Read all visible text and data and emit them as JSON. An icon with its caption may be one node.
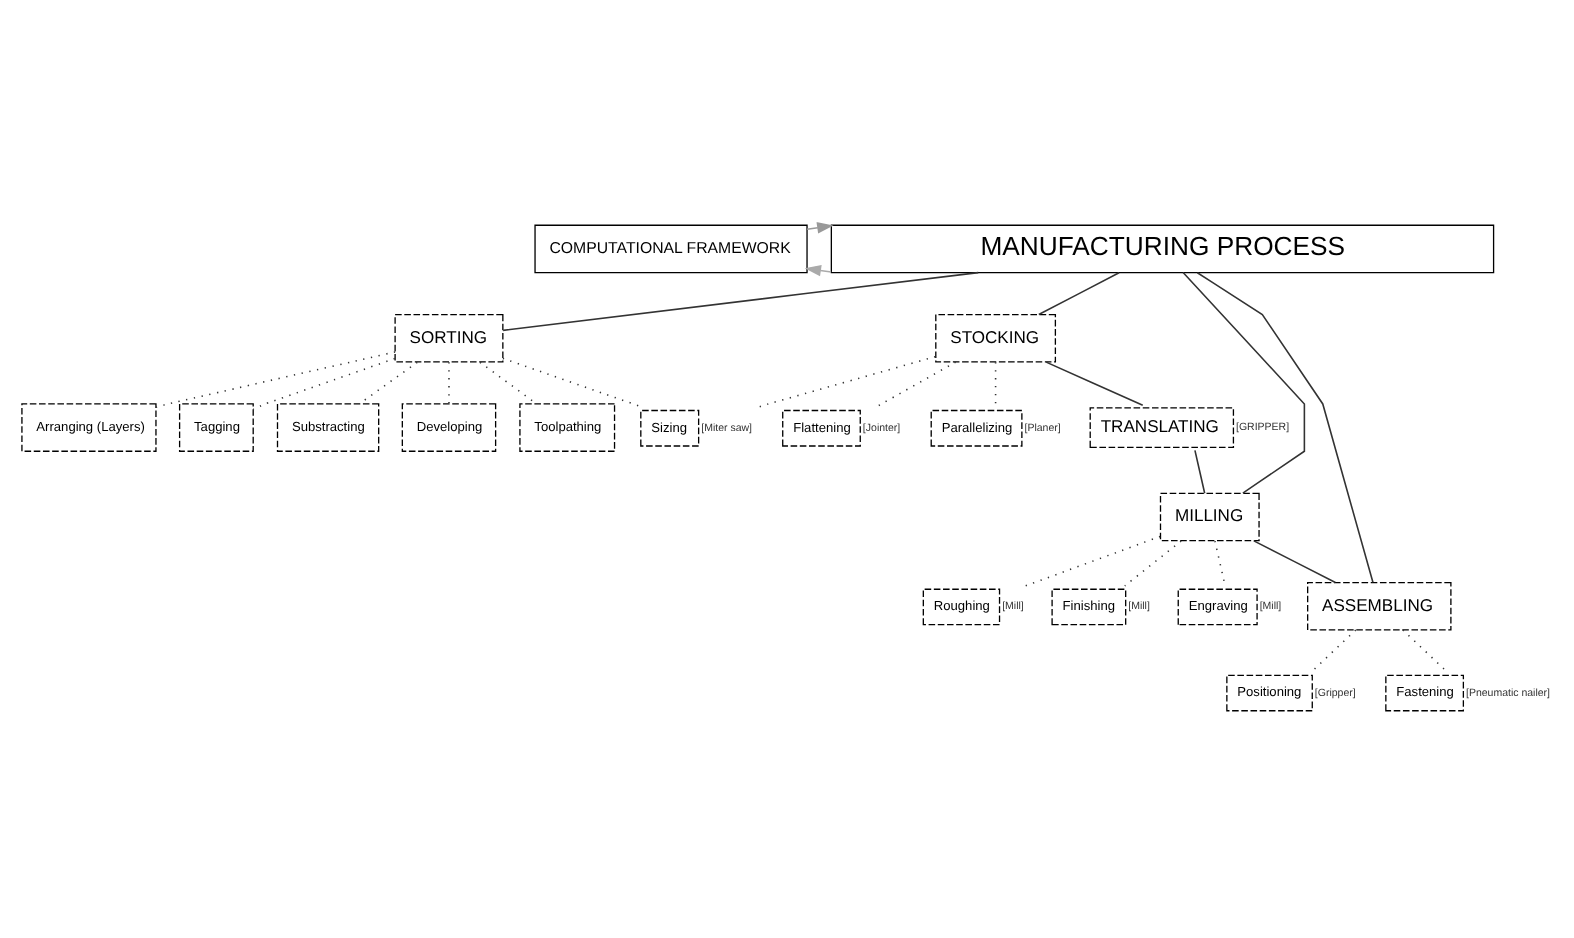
{
  "diagram": {
    "nodes": [
      {
        "text": [
          "COMPUTATIONAL FRAMEWORK"
        ]
      },
      {
        "text": [
          "MANUFACTURING PROCESS"
        ]
      },
      {
        "text": [
          "SORTING"
        ]
      },
      {
        "text": [
          "STOCKING"
        ]
      },
      {
        "text": [
          "Arranging (Layers)"
        ]
      },
      {
        "text": [
          "Flattening"
        ],
        "beside": [
          "[Jointer]"
        ]
      },
      {
        "text": [
          "Tagging"
        ]
      },
      {
        "text": [
          "Parallelizing"
        ],
        "beside": [
          "[Planer]"
        ]
      },
      {
        "text": [
          "Sizing"
        ],
        "beside": [
          "[Miter saw]"
        ]
      },
      {
        "text": [
          "Substracting"
        ]
      },
      {
        "text": [
          "Developing"
        ]
      },
      {
        "text": [
          "Toolpathing"
        ]
      },
      {
        "text": [
          "TRANSLATING"
        ],
        "beside": [
          "[GRIPPER]"
        ]
      },
      {
        "text": [
          "MILLING"
        ]
      },
      {
        "text": [
          "Roughing"
        ],
        "beside": [
          "[Mill]"
        ]
      },
      {
        "text": [
          "Finishing"
        ],
        "beside": [
          "[Mill]"
        ]
      },
      {
        "text": [
          "Engraving"
        ],
        "beside": [
          "[Mill]"
        ]
      },
      {
        "text": [
          "ASSEMBLING"
        ]
      },
      {
        "text": [
          "Positioning"
        ],
        "beside": [
          "[Gripper]"
        ]
      },
      {
        "text": [
          "Fastening"
        ],
        "beside": [
          "[Pneumatic nailer]"
        ]
      }
    ],
    "edges": [
      {
        "from": 1,
        "to": 0,
        "arrow": "to",
        "color": "#aaaaaa"
      },
      {
        "from": 0,
        "to": 1,
        "arrow": "to",
        "color": "#999999"
      },
      {
        "from": 1,
        "to": 2,
        "arrow": "none"
      },
      {
        "from": 1,
        "to": 3,
        "arrow": "none"
      },
      {
        "from": 1,
        "to": 13,
        "arrow": "none"
      },
      {
        "from": 1,
        "to": 17,
        "arrow": "none"
      },
      {
        "from": 3,
        "to": 12,
        "arrow": "none"
      },
      {
        "from": 12,
        "to": 13,
        "arrow": "none"
      },
      {
        "from": 13,
        "to": 17,
        "arrow": "none"
      },
      {
        "from": 2,
        "to": 4,
        "arrow": "none",
        "style": "dashed"
      },
      {
        "from": 2,
        "to": 6,
        "arrow": "none",
        "style": "dashed"
      },
      {
        "from": 2,
        "to": 9,
        "arrow": "none",
        "style": "dashed"
      },
      {
        "from": 2,
        "to": 10,
        "arrow": "none",
        "style": "dashed"
      },
      {
        "from": 2,
        "to": 11,
        "arrow": "none",
        "style": "dashed"
      },
      {
        "from": 2,
        "to": 8,
        "arrow": "none",
        "style": "dashed"
      },
      {
        "from": 3,
        "to": 5,
        "arrow": "none",
        "style": "dashed"
      },
      {
        "from": 3,
        "to": 7,
        "arrow": "none",
        "style": "dashed"
      },
      {
        "from": 3,
        "to": 8,
        "arrow": "none",
        "style": "dashed"
      },
      {
        "from": 13,
        "to": 14,
        "arrow": "none",
        "style": "dashed"
      },
      {
        "from": 13,
        "to": 15,
        "arrow": "none",
        "style": "dashed"
      },
      {
        "from": 13,
        "to": 16,
        "arrow": "none",
        "style": "dashed"
      },
      {
        "from": 17,
        "to": 18,
        "arrow": "none",
        "style": "dashed"
      },
      {
        "from": 17,
        "to": 19,
        "arrow": "none",
        "style": "dashed"
      }
    ]
  }
}
